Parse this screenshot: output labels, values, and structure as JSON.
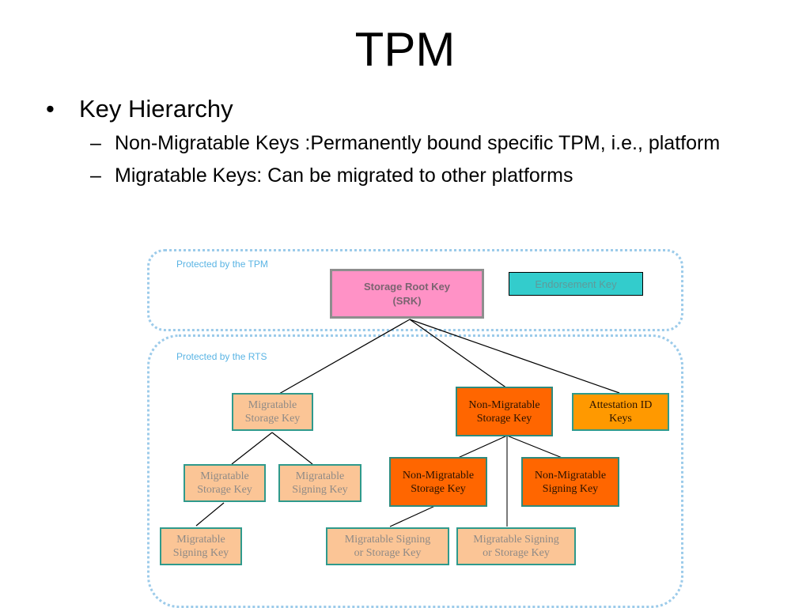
{
  "slide": {
    "title": "TPM",
    "bullets": [
      {
        "text": "Key Hierarchy",
        "marker": "•",
        "children": [
          {
            "marker": "–",
            "text": "Non-Migratable Keys :Permanently bound specific TPM, i.e., platform"
          },
          {
            "marker": "–",
            "text": "Migratable Keys: Can be migrated to other platforms"
          }
        ]
      }
    ]
  },
  "diagram": {
    "regions": {
      "tpm": {
        "label": "Protected by the TPM",
        "border_color": "#9ccbea"
      },
      "rts": {
        "label": "Protected by the RTS",
        "border_color": "#9ccbea"
      }
    },
    "nodes": {
      "srk": {
        "line1": "Storage Root Key",
        "line2": "(SRK)",
        "color": "#ff92c6"
      },
      "ek": {
        "label": "Endorsement Key",
        "color": "#33cccc"
      },
      "msk1": {
        "line1": "Migratable",
        "line2": "Storage Key",
        "color": "#fbc596"
      },
      "nmsk1": {
        "line1": "Non-Migratable",
        "line2": "Storage Key",
        "color": "#ff6600"
      },
      "aik": {
        "line1": "Attestation ID",
        "line2": "Keys",
        "color": "#ff9900"
      },
      "msk2": {
        "line1": "Migratable",
        "line2": "Storage Key",
        "color": "#fbc596"
      },
      "msig1": {
        "line1": "Migratable",
        "line2": "Signing Key",
        "color": "#fbc596"
      },
      "nmsk2": {
        "line1": "Non-Migratable",
        "line2": "Storage Key",
        "color": "#ff6600"
      },
      "nmsig": {
        "line1": "Non-Migratable",
        "line2": "Signing Key",
        "color": "#ff6600"
      },
      "msig2": {
        "line1": "Migratable",
        "line2": "Signing Key",
        "color": "#fbc596"
      },
      "mss1": {
        "line1": "Migratable Signing",
        "line2": "or Storage Key",
        "color": "#fbc596"
      },
      "mss2": {
        "line1": "Migratable Signing",
        "line2": "or Storage Key",
        "color": "#fbc596"
      }
    },
    "edges": [
      [
        "srk",
        "msk1"
      ],
      [
        "srk",
        "nmsk1"
      ],
      [
        "srk",
        "aik"
      ],
      [
        "msk1",
        "msk2"
      ],
      [
        "msk1",
        "msig1"
      ],
      [
        "nmsk1",
        "nmsk2"
      ],
      [
        "nmsk1",
        "nmsig"
      ],
      [
        "nmsk1",
        "mss2"
      ],
      [
        "msk2",
        "msig2"
      ],
      [
        "nmsk2",
        "mss1"
      ]
    ]
  }
}
